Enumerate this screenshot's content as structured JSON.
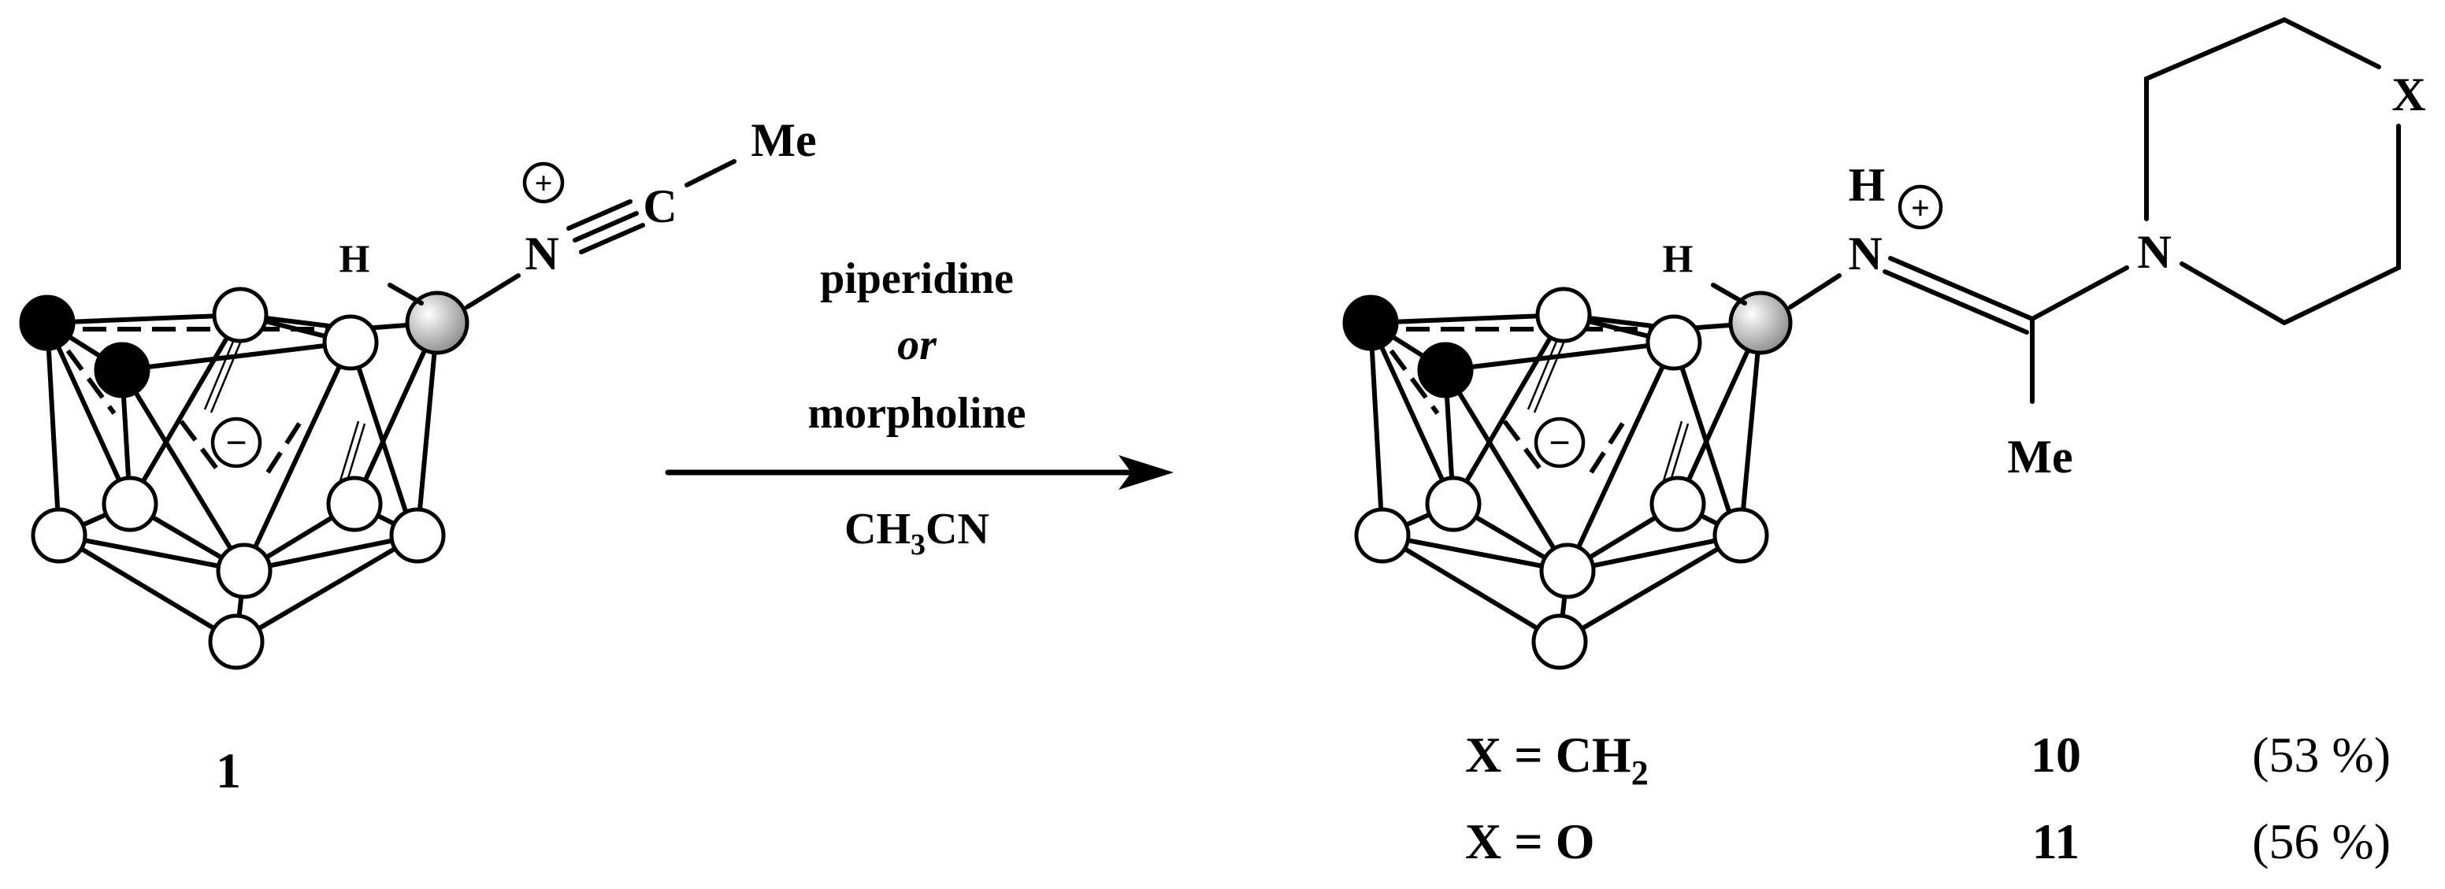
{
  "reactant": {
    "label": "1",
    "h_label": "H",
    "n_label": "N",
    "c_label": "C",
    "me_label": "Me",
    "cage_charge": "⊖",
    "n_charge": "⊕"
  },
  "conditions": {
    "reagent_1": "piperidine",
    "connector": "or",
    "reagent_2": "morpholine",
    "solvent_prefix": "CH",
    "solvent_sub": "3",
    "solvent_suffix": "CN"
  },
  "product": {
    "h_label": "H",
    "nh_label": "H",
    "n_imine_label": "N",
    "n_ring_label": "N",
    "x_label": "X",
    "me_label": "Me",
    "cage_charge": "⊖",
    "n_charge": "⊕"
  },
  "compounds": [
    {
      "x_def": "X = CH",
      "x_sub": "2",
      "number": "10",
      "yield": "(53 %)"
    },
    {
      "x_def": "X = O",
      "x_sub": "",
      "number": "11",
      "yield": "(56 %)"
    }
  ],
  "atom_colors": {
    "boron": "#ffffff",
    "carbon": "#000000",
    "substituted_boron": "#c0c0c0"
  }
}
